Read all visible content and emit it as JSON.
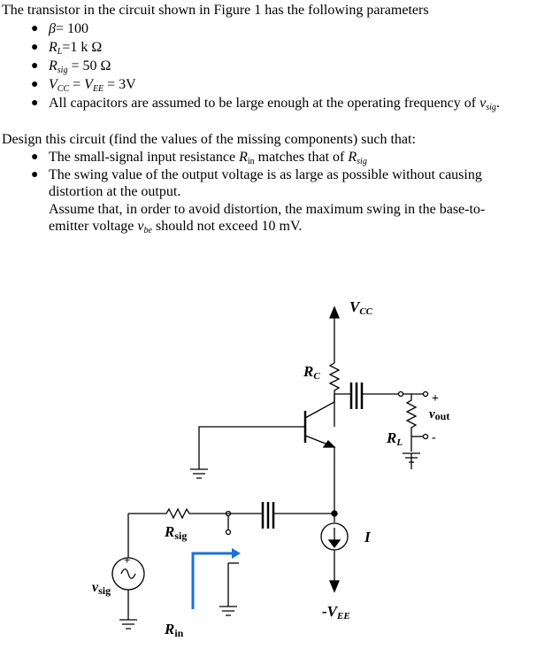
{
  "intro": "The transistor in the circuit shown in Figure 1 has the following parameters",
  "params": {
    "beta": {
      "sym": "β",
      "rest": "= 100"
    },
    "rl": {
      "sym": "R",
      "sub": "L",
      "rest": "=1 k Ω"
    },
    "rsig": {
      "sym": "R",
      "sub": "sig",
      "rest": " = 50 Ω"
    },
    "vcc": {
      "sym1": "V",
      "sub1": "CC",
      "mid": " = ",
      "sym2": "V",
      "sub2": "EE",
      "rest": " = 3V"
    },
    "caps": {
      "text": "All capacitors are assumed to be large enough at the operating frequency of ",
      "sym": "v",
      "sub": "sig",
      "end": "."
    }
  },
  "design": {
    "intro": "Design this circuit (find the values of the missing components) such that:",
    "b1": {
      "pre": "The small-signal input resistance ",
      "sym1": "R",
      "sub1": "in",
      "mid": " matches that of ",
      "sym2": "R",
      "sub2": "sig"
    },
    "b2": {
      "line1": "The swing value of the output voltage is as large as possible without causing",
      "line2": "distortion at the output.",
      "line3": "Assume that, in order to avoid distortion, the maximum swing in the base-to-",
      "line4pre": "emitter voltage ",
      "line4sym": "v",
      "line4sub": "be",
      "line4post": " should not exceed 10 mV."
    }
  },
  "circuit_labels": {
    "vcc": "V",
    "vcc_sub": "CC",
    "rc": "R",
    "rc_sub": "C",
    "vout": "v",
    "vout_sub": "out",
    "plus": "+",
    "minus": "-",
    "rl": "R",
    "rl_sub": "L",
    "rsig": "R",
    "rsig_sub": "sig",
    "current": "I",
    "vsig": "v",
    "vsig_sub": "sig",
    "vee": "-V",
    "vee_sub": "EE",
    "rin": "R",
    "rin_sub": "in"
  },
  "colors": {
    "rin_indicator": "#1a73d9"
  }
}
